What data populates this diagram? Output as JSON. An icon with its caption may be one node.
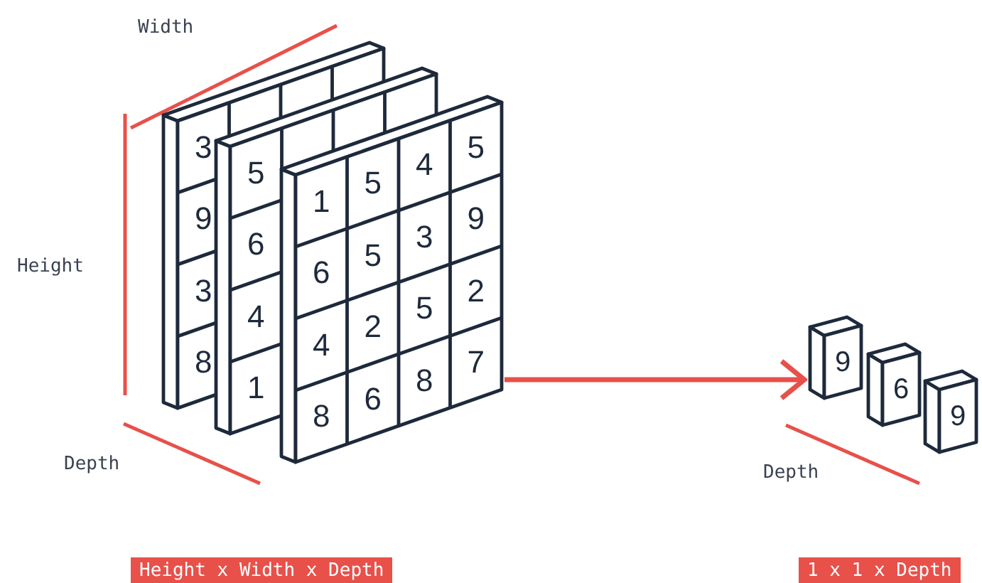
{
  "diagram": {
    "nodes": [
      {
        "text": [
          "3",
          "9",
          "3",
          "8"
        ]
      },
      {
        "text": [
          "5",
          "6",
          "4",
          "1"
        ]
      },
      {
        "text": [
          "1",
          "5",
          "4",
          "5",
          "6",
          "5",
          "3",
          "9",
          "4",
          "2",
          "5",
          "2",
          "8",
          "6",
          "8",
          "7"
        ]
      },
      {
        "text": [
          "9"
        ]
      },
      {
        "text": [
          "6"
        ]
      },
      {
        "text": [
          "9"
        ]
      }
    ],
    "edges": [
      {
        "from": 2,
        "to": 3,
        "arrow": "to"
      }
    ],
    "labels": [
      "Width",
      "Height",
      "Depth",
      "Depth",
      "Height x Width x Depth",
      "1 x 1 x Depth"
    ]
  }
}
